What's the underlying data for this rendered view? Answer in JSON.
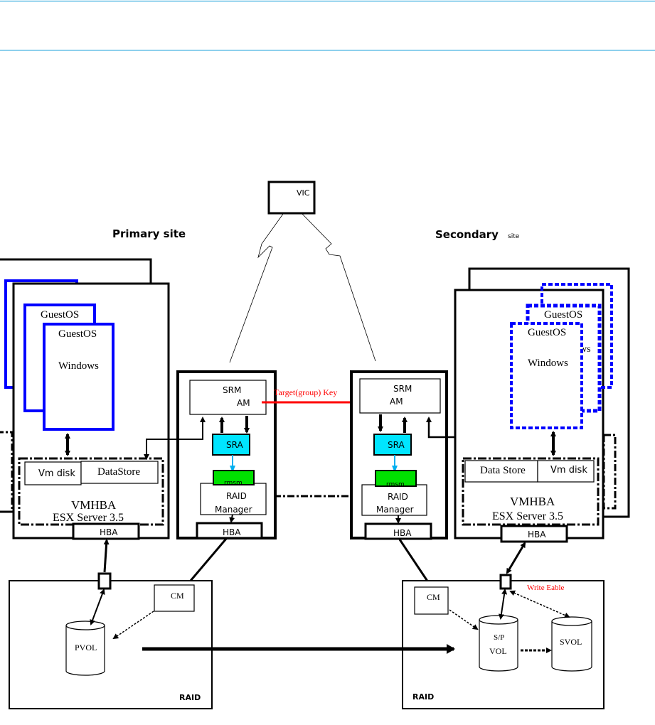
{
  "header": {
    "rule_color": "#0096d6"
  },
  "vic": {
    "label": "VIC"
  },
  "sites": {
    "primary": "Primary site",
    "secondary_main": "Secondary",
    "secondary_small": "site"
  },
  "primary_esx": {
    "guest_back": "GuestOS",
    "guest_front": "GuestOS",
    "guest_os": "Windows",
    "vmdisk": "Vm disk",
    "datastore": "DataStore",
    "vmhba": "VMHBA",
    "server": "ESX Server 3.5",
    "hba": "HBA"
  },
  "secondary_esx": {
    "guest_back": "GuestOS",
    "guest_front": "GuestOS",
    "guest_os": "Windows",
    "guest_partial": "ws",
    "datastore": "Data Store",
    "vmdisk": "Vm disk",
    "vmhba": "VMHBA",
    "server": "ESX Server 3.5",
    "hba": "HBA"
  },
  "primary_srm": {
    "srm": "SRM",
    "am": "AM",
    "sra": "SRA",
    "rmsm": "rmsm",
    "raid": "RAID",
    "manager": "Manager",
    "hba": "HBA"
  },
  "secondary_srm": {
    "srm": "SRM",
    "am": "AM",
    "sra": "SRA",
    "rmsm": "rmsm",
    "raid": "RAID",
    "manager": "Manager",
    "hba": "HBA"
  },
  "link": {
    "label": "Target(group) Key",
    "color": "#ff0000"
  },
  "primary_raid": {
    "cm": "CM",
    "pvol": "PVOL",
    "raid": "RAID"
  },
  "secondary_raid": {
    "cm": "CM",
    "spvol_1": "S/P",
    "spvol_2": "VOL",
    "svol": "SVOL",
    "raid": "RAID",
    "write_enable": "Write Eable"
  },
  "colors": {
    "guest": "#0000ff",
    "sra": "#00e5ff",
    "rmsm": "#00e000",
    "arrow_blue": "#00b0f0"
  }
}
